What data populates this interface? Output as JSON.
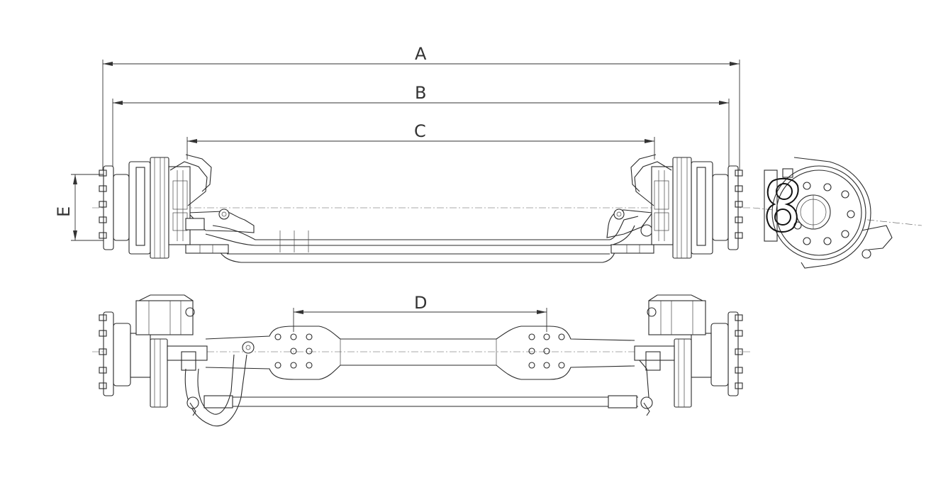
{
  "drawing": {
    "labels": {
      "A": "A",
      "B": "B",
      "C": "C",
      "D": "D",
      "E": "E"
    }
  }
}
